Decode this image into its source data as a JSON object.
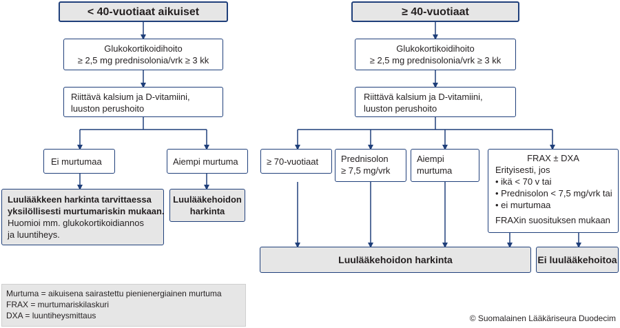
{
  "left_branch": {
    "header": "< 40-vuotiaat aikuiset",
    "glucocorticoid": [
      "Glukokortikoidihoito",
      "≥ 2,5 mg prednisolonia/vrk ≥ 3 kk"
    ],
    "calcium": [
      "Riittävä kalsium ja D-vitamiini,",
      "luuston perushoito"
    ],
    "no_fracture": "Ei murtumaa",
    "prev_fracture": "Aiempi murtuma",
    "no_fracture_result": {
      "bold": [
        "Luulääkkeen harkinta tarvittaessa",
        "yksilöllisesti murtumariskin mukaan."
      ],
      "normal": [
        "Huomioi mm. glukokortikoidiannos",
        "ja luuntiheys."
      ]
    },
    "prev_fracture_result": [
      "Luulääkehoidon",
      "harkinta"
    ]
  },
  "right_branch": {
    "header": "≥ 40-vuotiaat",
    "glucocorticoid": [
      "Glukokortikoidihoito",
      "≥ 2,5 mg prednisolonia/vrk ≥ 3 kk"
    ],
    "calcium": [
      "Riittävä kalsium ja D-vitamiini,",
      "luuston perushoito"
    ],
    "age70": "≥ 70-vuotiaat",
    "prednisolone": [
      "Prednisolon",
      "≥ 7,5 mg/vrk"
    ],
    "prev_fracture": [
      "Aiempi",
      "murtuma"
    ],
    "frax": {
      "title": "FRAX ± DXA",
      "lines": [
        "Erityisesti, jos",
        "• ikä < 70 v tai",
        "• Prednisolon < 7,5 mg/vrk tai",
        "• ei murtumaa"
      ],
      "footer": "FRAXin suosituksen mukaan"
    },
    "consider_result": "Luulääkehoidon harkinta",
    "no_treatment_result": "Ei luulääkehoitoa"
  },
  "legend": [
    "Murtuma = aikuisena sairastettu pienienergiainen murtuma",
    "FRAX = murtumariskilaskuri",
    "DXA = luuntiheysmittaus"
  ],
  "copyright": "© Suomalainen Lääkäriseura Duodecim",
  "colors": {
    "border": "#1f3f7a",
    "fill": "#e6e6e6"
  }
}
